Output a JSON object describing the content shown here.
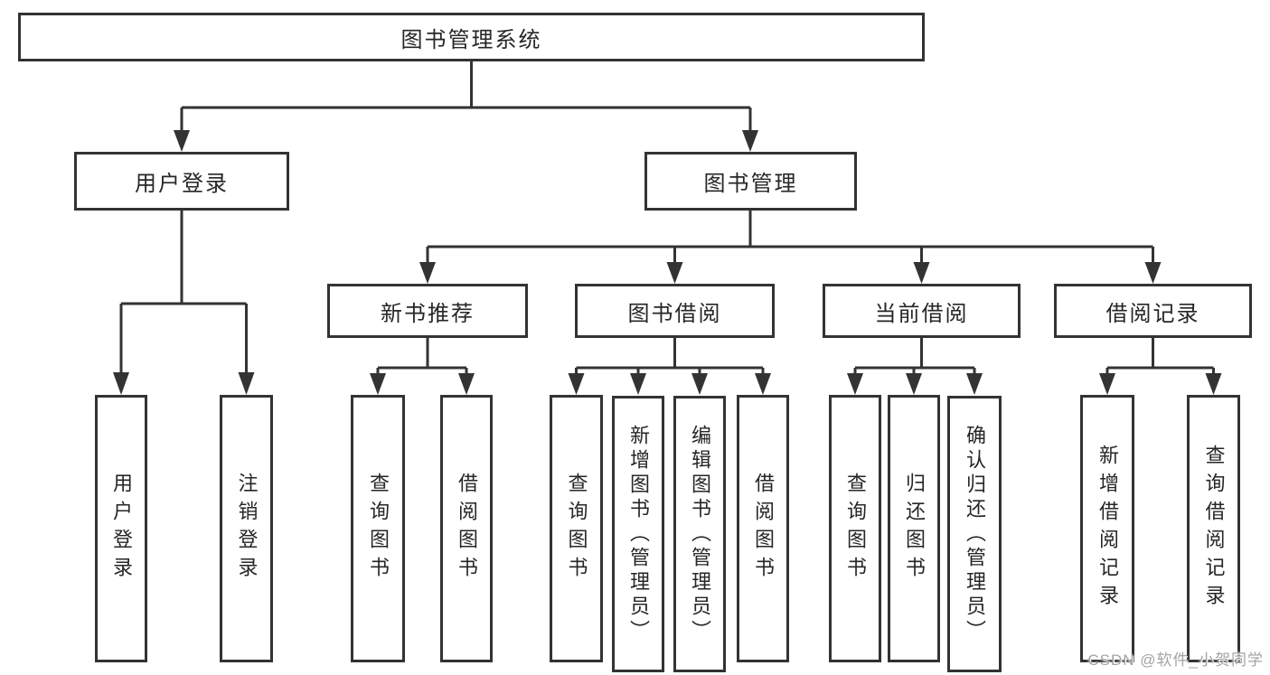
{
  "diagram": {
    "type": "tree",
    "title": "图书管理系统",
    "colors": {
      "line": "#333333",
      "text": "#262626",
      "box_background": "#ffffff",
      "background": "#ffffff",
      "watermark": "#a3a3a3"
    },
    "watermark": {
      "text": "CSDN @软件_小贺同学"
    }
  },
  "tree": {
    "root": {
      "label": "图书管理系统",
      "children": [
        {
          "label": "用户登录",
          "children": [
            {
              "label": "用户登录"
            },
            {
              "label": "注销登录"
            }
          ]
        },
        {
          "label": "图书管理",
          "children": [
            {
              "label": "新书推荐",
              "children": [
                {
                  "label": "查询图书"
                },
                {
                  "label": "借阅图书"
                }
              ]
            },
            {
              "label": "图书借阅",
              "children": [
                {
                  "label": "查询图书"
                },
                {
                  "label": "新增图书（管理员）"
                },
                {
                  "label": "编辑图书（管理员）"
                },
                {
                  "label": "借阅图书"
                }
              ]
            },
            {
              "label": "当前借阅",
              "children": [
                {
                  "label": "查询图书"
                },
                {
                  "label": "归还图书"
                },
                {
                  "label": "确认归还（管理员）"
                }
              ]
            },
            {
              "label": "借阅记录",
              "children": [
                {
                  "label": "新增借阅记录"
                },
                {
                  "label": "查询借阅记录"
                }
              ]
            }
          ]
        }
      ]
    }
  }
}
